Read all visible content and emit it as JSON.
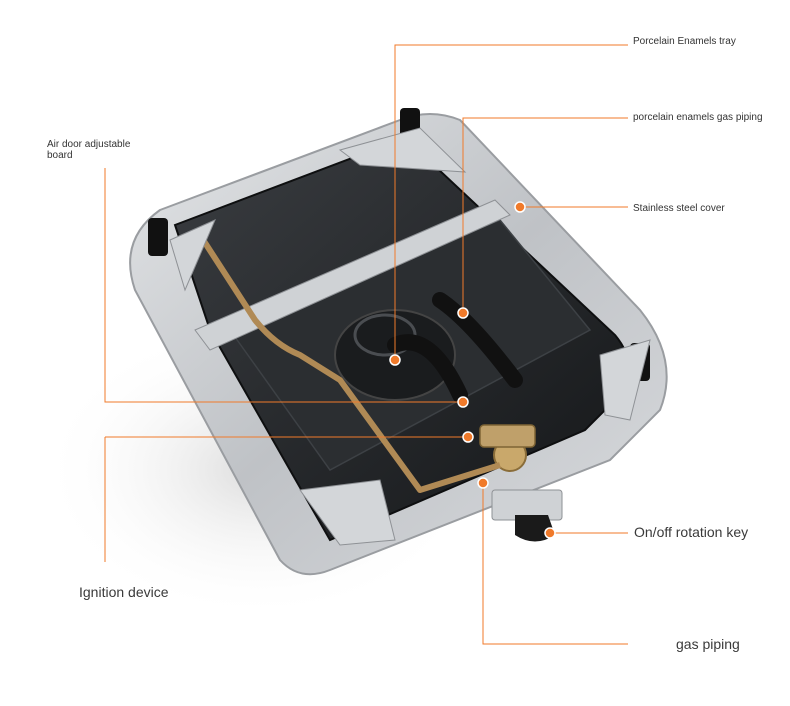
{
  "colors": {
    "accent": "#f07a2a",
    "frame": "#c9cbce",
    "basin": "#202326",
    "pipe": "#b08a55"
  },
  "labels": {
    "enamel_tray": "Porcelain Enamels tray",
    "enamel_piping": "porcelain enamels gas piping",
    "air_door": "Air door adjustable board",
    "steel_cover": "Stainless steel cover",
    "on_off_key": "On/off rotation key",
    "ignition": "Ignition device",
    "gas_piping": "gas piping"
  }
}
